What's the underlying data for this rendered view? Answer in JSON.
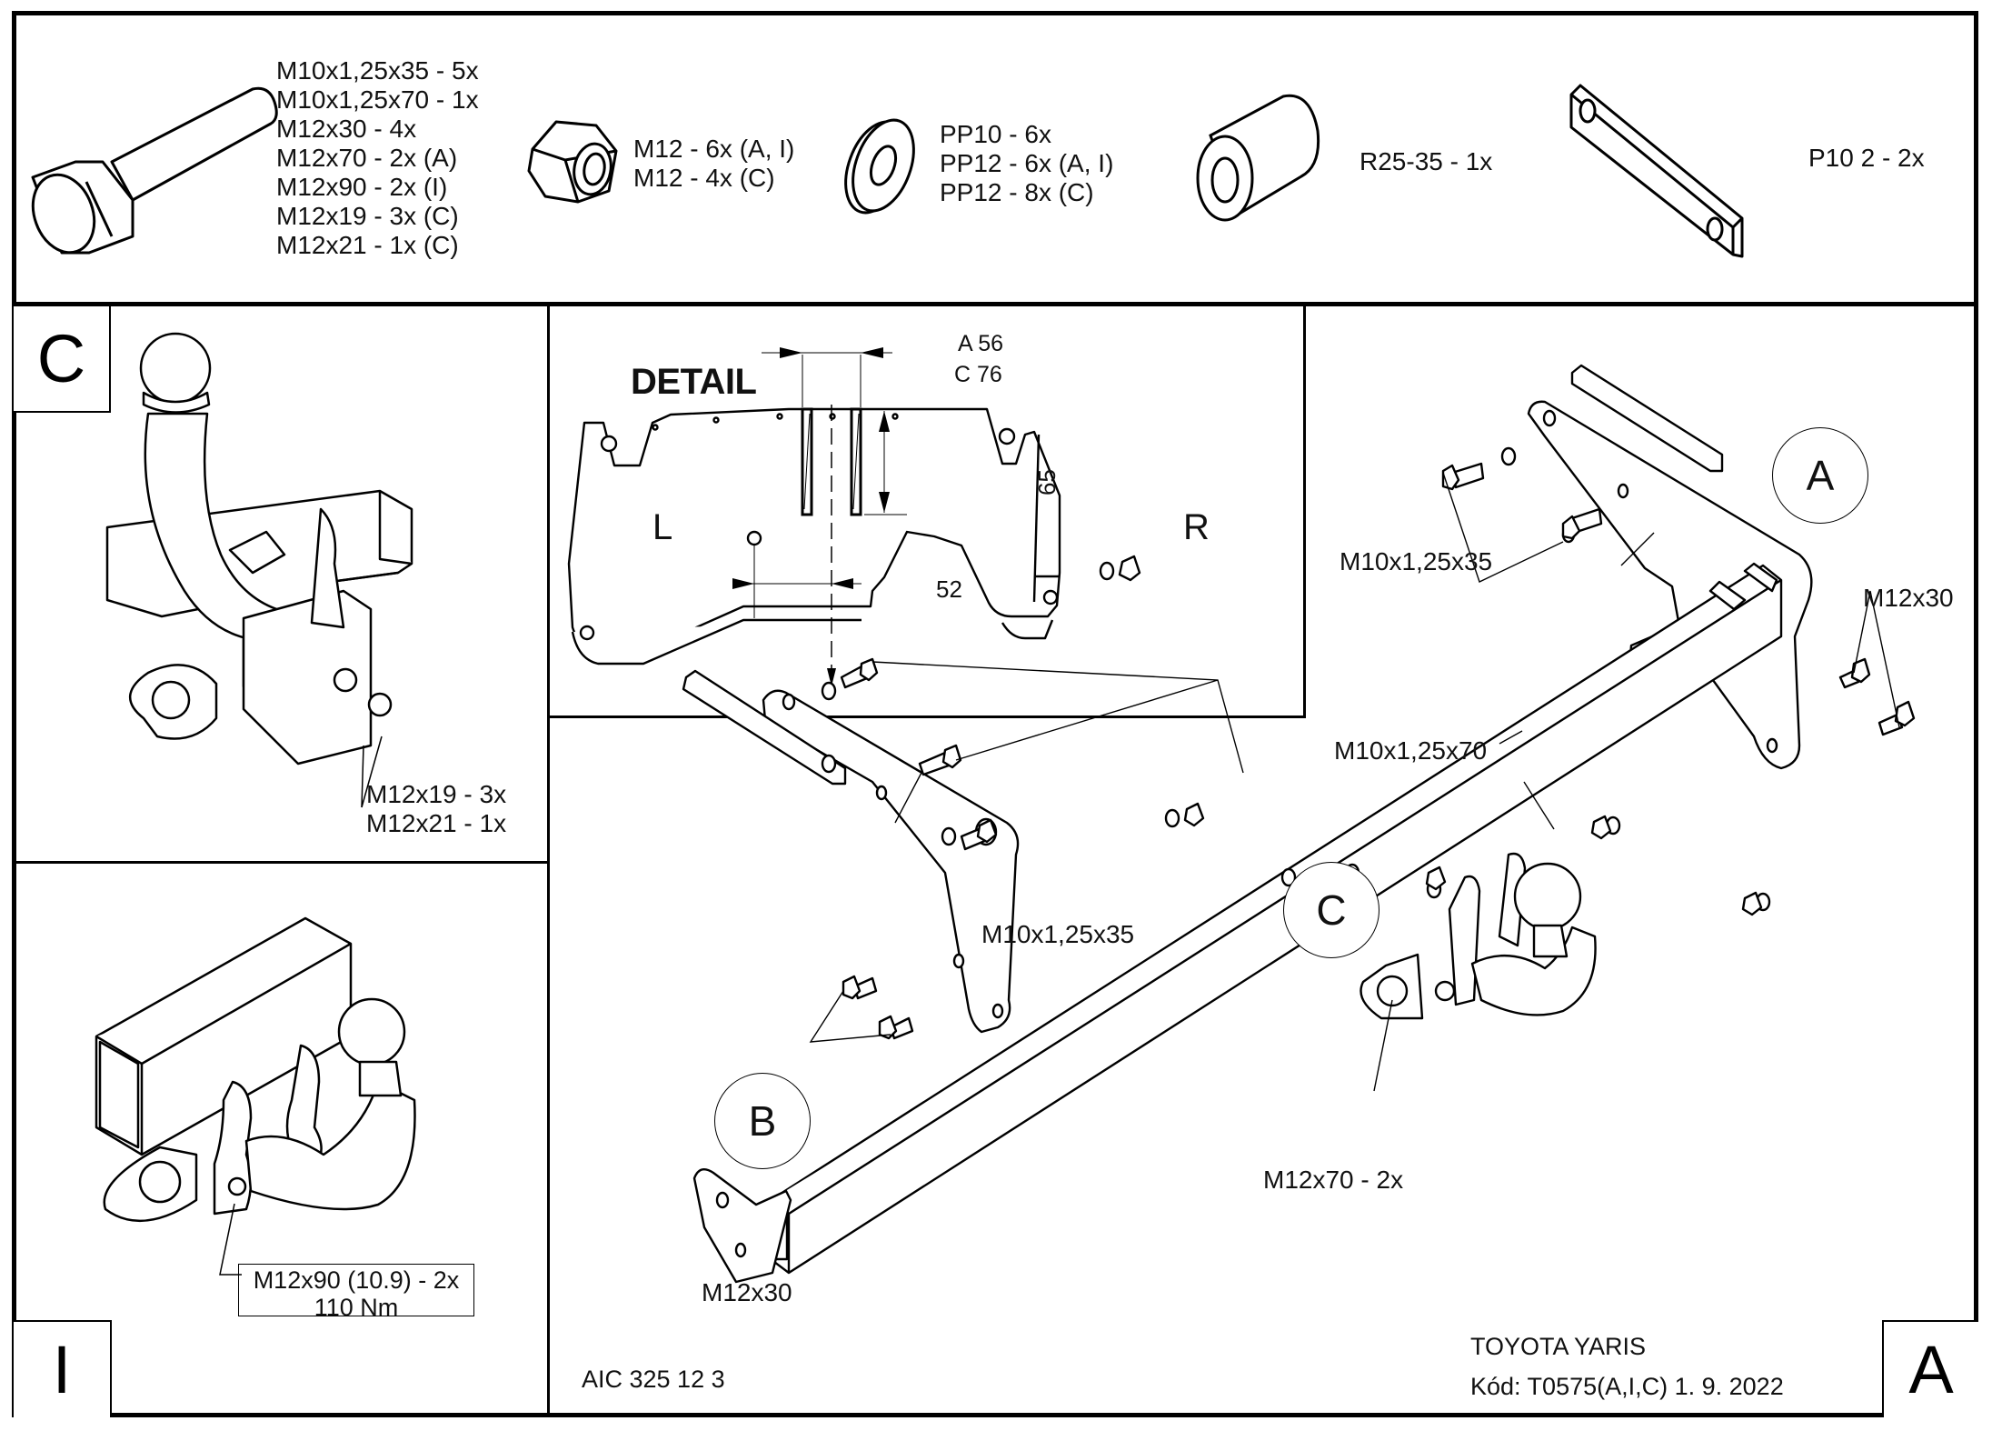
{
  "parts_list": {
    "bolts": {
      "icon": "hex-bolt-icon",
      "lines": [
        "M10x1,25x35 - 5x",
        "M10x1,25x70 - 1x",
        "M12x30 - 4x",
        "M12x70 - 2x (A)",
        "M12x90 - 2x (I)",
        "M12x19 - 3x (C)",
        "M12x21 - 1x (C)"
      ]
    },
    "nuts": {
      "icon": "hex-nut-icon",
      "lines": [
        "M12 - 6x (A, I)",
        "M12 - 4x (C)"
      ]
    },
    "washers": {
      "icon": "washer-icon",
      "lines": [
        "PP10 - 6x",
        "PP12 - 6x (A, I)",
        "PP12 - 8x (C)"
      ]
    },
    "spacer": {
      "icon": "spacer-tube-icon",
      "line": "R25-35 - 1x"
    },
    "plate": {
      "icon": "flat-plate-icon",
      "line": "P10 2 - 2x"
    }
  },
  "panel_c": {
    "corner_label": "C",
    "fastener_lines": [
      "M12x19 - 3x",
      "M12x21 - 1x"
    ]
  },
  "panel_i": {
    "corner_label": "I",
    "torque_lines": [
      "M12x90 (10.9) - 2x",
      "110 Nm"
    ]
  },
  "detail": {
    "title": "DETAIL",
    "dim_top_a": "A 56",
    "dim_top_c": "C 76",
    "dim_height": "65",
    "dim_offset": "52",
    "left_label": "L",
    "right_label": "R"
  },
  "assembly": {
    "callouts": [
      "A",
      "B",
      "C"
    ],
    "labels": {
      "a_upper_bolts": "M10x1,25x35",
      "a_side_bolts": "M12x30",
      "a_long_bolt": "M10x1,25x70",
      "b_upper_bolts": "M10x1,25x35",
      "b_lower_bolts": "M12x30",
      "c_ball_bolts": "M12x70 - 2x"
    }
  },
  "title_block": {
    "drawing_number": "AIC 325 12 3",
    "vehicle": "TOYOTA YARIS",
    "code": "Kód: T0575(A,I,C)  1. 9. 2022",
    "variant_label": "A"
  }
}
